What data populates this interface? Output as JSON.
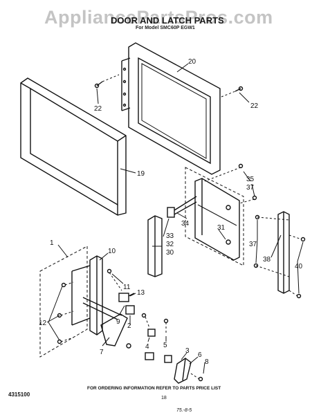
{
  "watermark": "AppliancePartsPros.com",
  "title": "DOOR AND LATCH PARTS",
  "subtitle": "For Model SMC60P EGW1",
  "callouts": {
    "c1": "1",
    "c2": "2",
    "c3": "3",
    "c4": "4",
    "c5": "5",
    "c6": "6",
    "c7": "7",
    "c8": "8",
    "c9": "9",
    "c10": "10",
    "c11": "11",
    "c12": "12",
    "c13": "13",
    "c19": "19",
    "c20": "20",
    "c22a": "22",
    "c22b": "22",
    "c30": "30",
    "c31": "31",
    "c32": "32",
    "c33": "33",
    "c34": "34",
    "c35": "35",
    "c37a": "37",
    "c37b": "37",
    "c38": "38",
    "c40": "40"
  },
  "footer": {
    "doc_number": "4315100",
    "note": "FOR ORDERING INFORMATION REFER TO PARTS PRICE LIST",
    "page": "18",
    "signature": "75.-8-5"
  }
}
